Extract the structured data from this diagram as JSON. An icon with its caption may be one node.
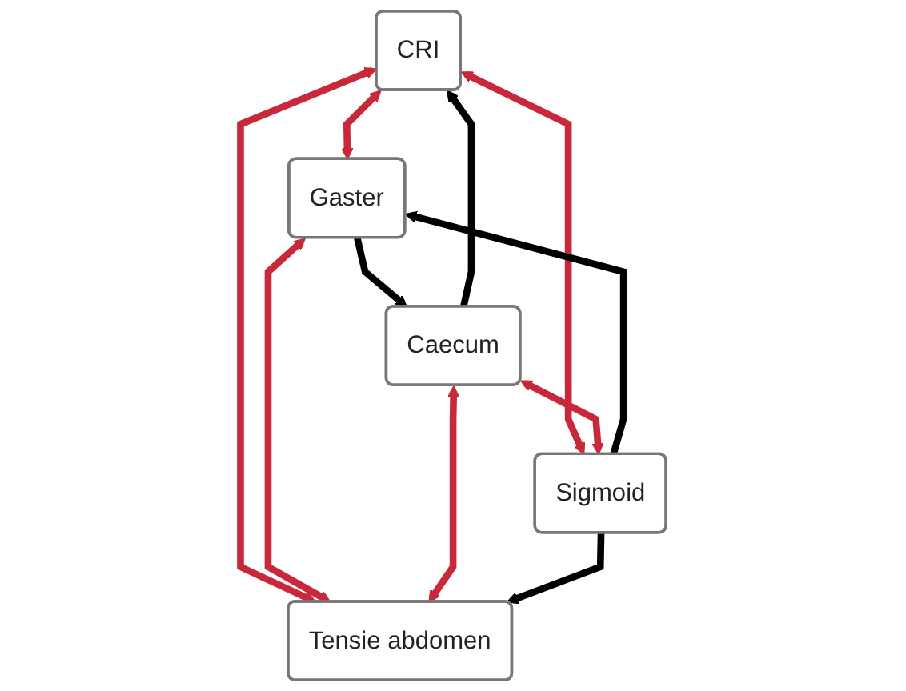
{
  "diagram": {
    "nodes": [
      {
        "text": [
          "CRI"
        ]
      },
      {
        "text": [
          "Gaster"
        ]
      },
      {
        "text": [
          "Caecum"
        ]
      },
      {
        "text": [
          "Sigmoid"
        ]
      },
      {
        "text": [
          "Tensie abdomen"
        ]
      }
    ],
    "edges": [
      {
        "from": 0,
        "to": 1,
        "arrow": "both"
      },
      {
        "from": 2,
        "to": 0,
        "arrow": "to",
        "color": "#000000"
      },
      {
        "from": 1,
        "to": 2,
        "arrow": "to",
        "color": "#000000"
      },
      {
        "from": 0,
        "to": 3,
        "arrow": "both"
      },
      {
        "from": 0,
        "to": 4,
        "arrow": "both"
      },
      {
        "from": 1,
        "to": 4,
        "arrow": "both"
      },
      {
        "from": 2,
        "to": 3,
        "arrow": "both"
      },
      {
        "from": 2,
        "to": 4,
        "arrow": "both"
      },
      {
        "from": 3,
        "to": 1,
        "arrow": "to",
        "color": "#000000"
      },
      {
        "from": 3,
        "to": 4,
        "arrow": "to",
        "color": "#000000"
      }
    ]
  }
}
